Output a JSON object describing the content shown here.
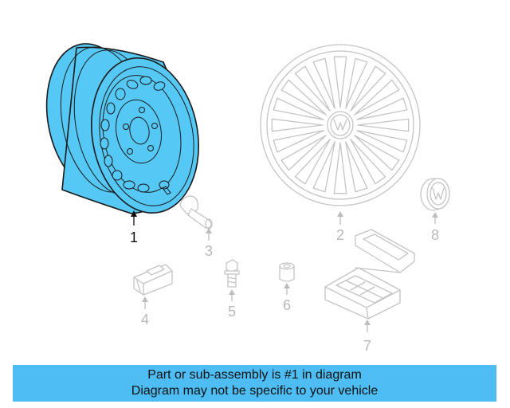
{
  "colors": {
    "highlight": "#55c8f5",
    "banner": "#4dbdf4",
    "outline_active": "#1a1a1a",
    "outline_inactive": "#c4c4c4",
    "label_active": "#111111",
    "label_inactive": "#b9b9b9"
  },
  "parts": [
    {
      "number": "1",
      "highlighted": true,
      "icon": "steel-wheel-icon"
    },
    {
      "number": "2",
      "highlighted": false,
      "icon": "wheel-cover-icon"
    },
    {
      "number": "3",
      "highlighted": false,
      "icon": "valve-stem-icon"
    },
    {
      "number": "4",
      "highlighted": false,
      "icon": "tpms-sensor-icon"
    },
    {
      "number": "5",
      "highlighted": false,
      "icon": "lug-bolt-icon"
    },
    {
      "number": "6",
      "highlighted": false,
      "icon": "bolt-cap-icon"
    },
    {
      "number": "7",
      "highlighted": false,
      "icon": "tool-kit-icon"
    },
    {
      "number": "8",
      "highlighted": false,
      "icon": "center-cap-icon"
    }
  ],
  "banner": {
    "line1": "Part or sub-assembly is #1 in diagram",
    "line2": "Diagram may not be specific to your vehicle"
  }
}
